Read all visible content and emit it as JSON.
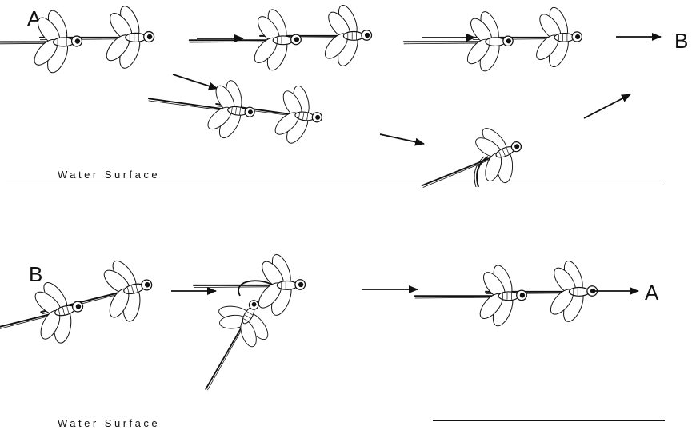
{
  "top_panel": {
    "start_label": "A",
    "end_label": "B",
    "water_label": "Water Surface"
  },
  "bottom_panel": {
    "start_label": "B",
    "end_label": "A",
    "water_label": "Water Surface"
  }
}
